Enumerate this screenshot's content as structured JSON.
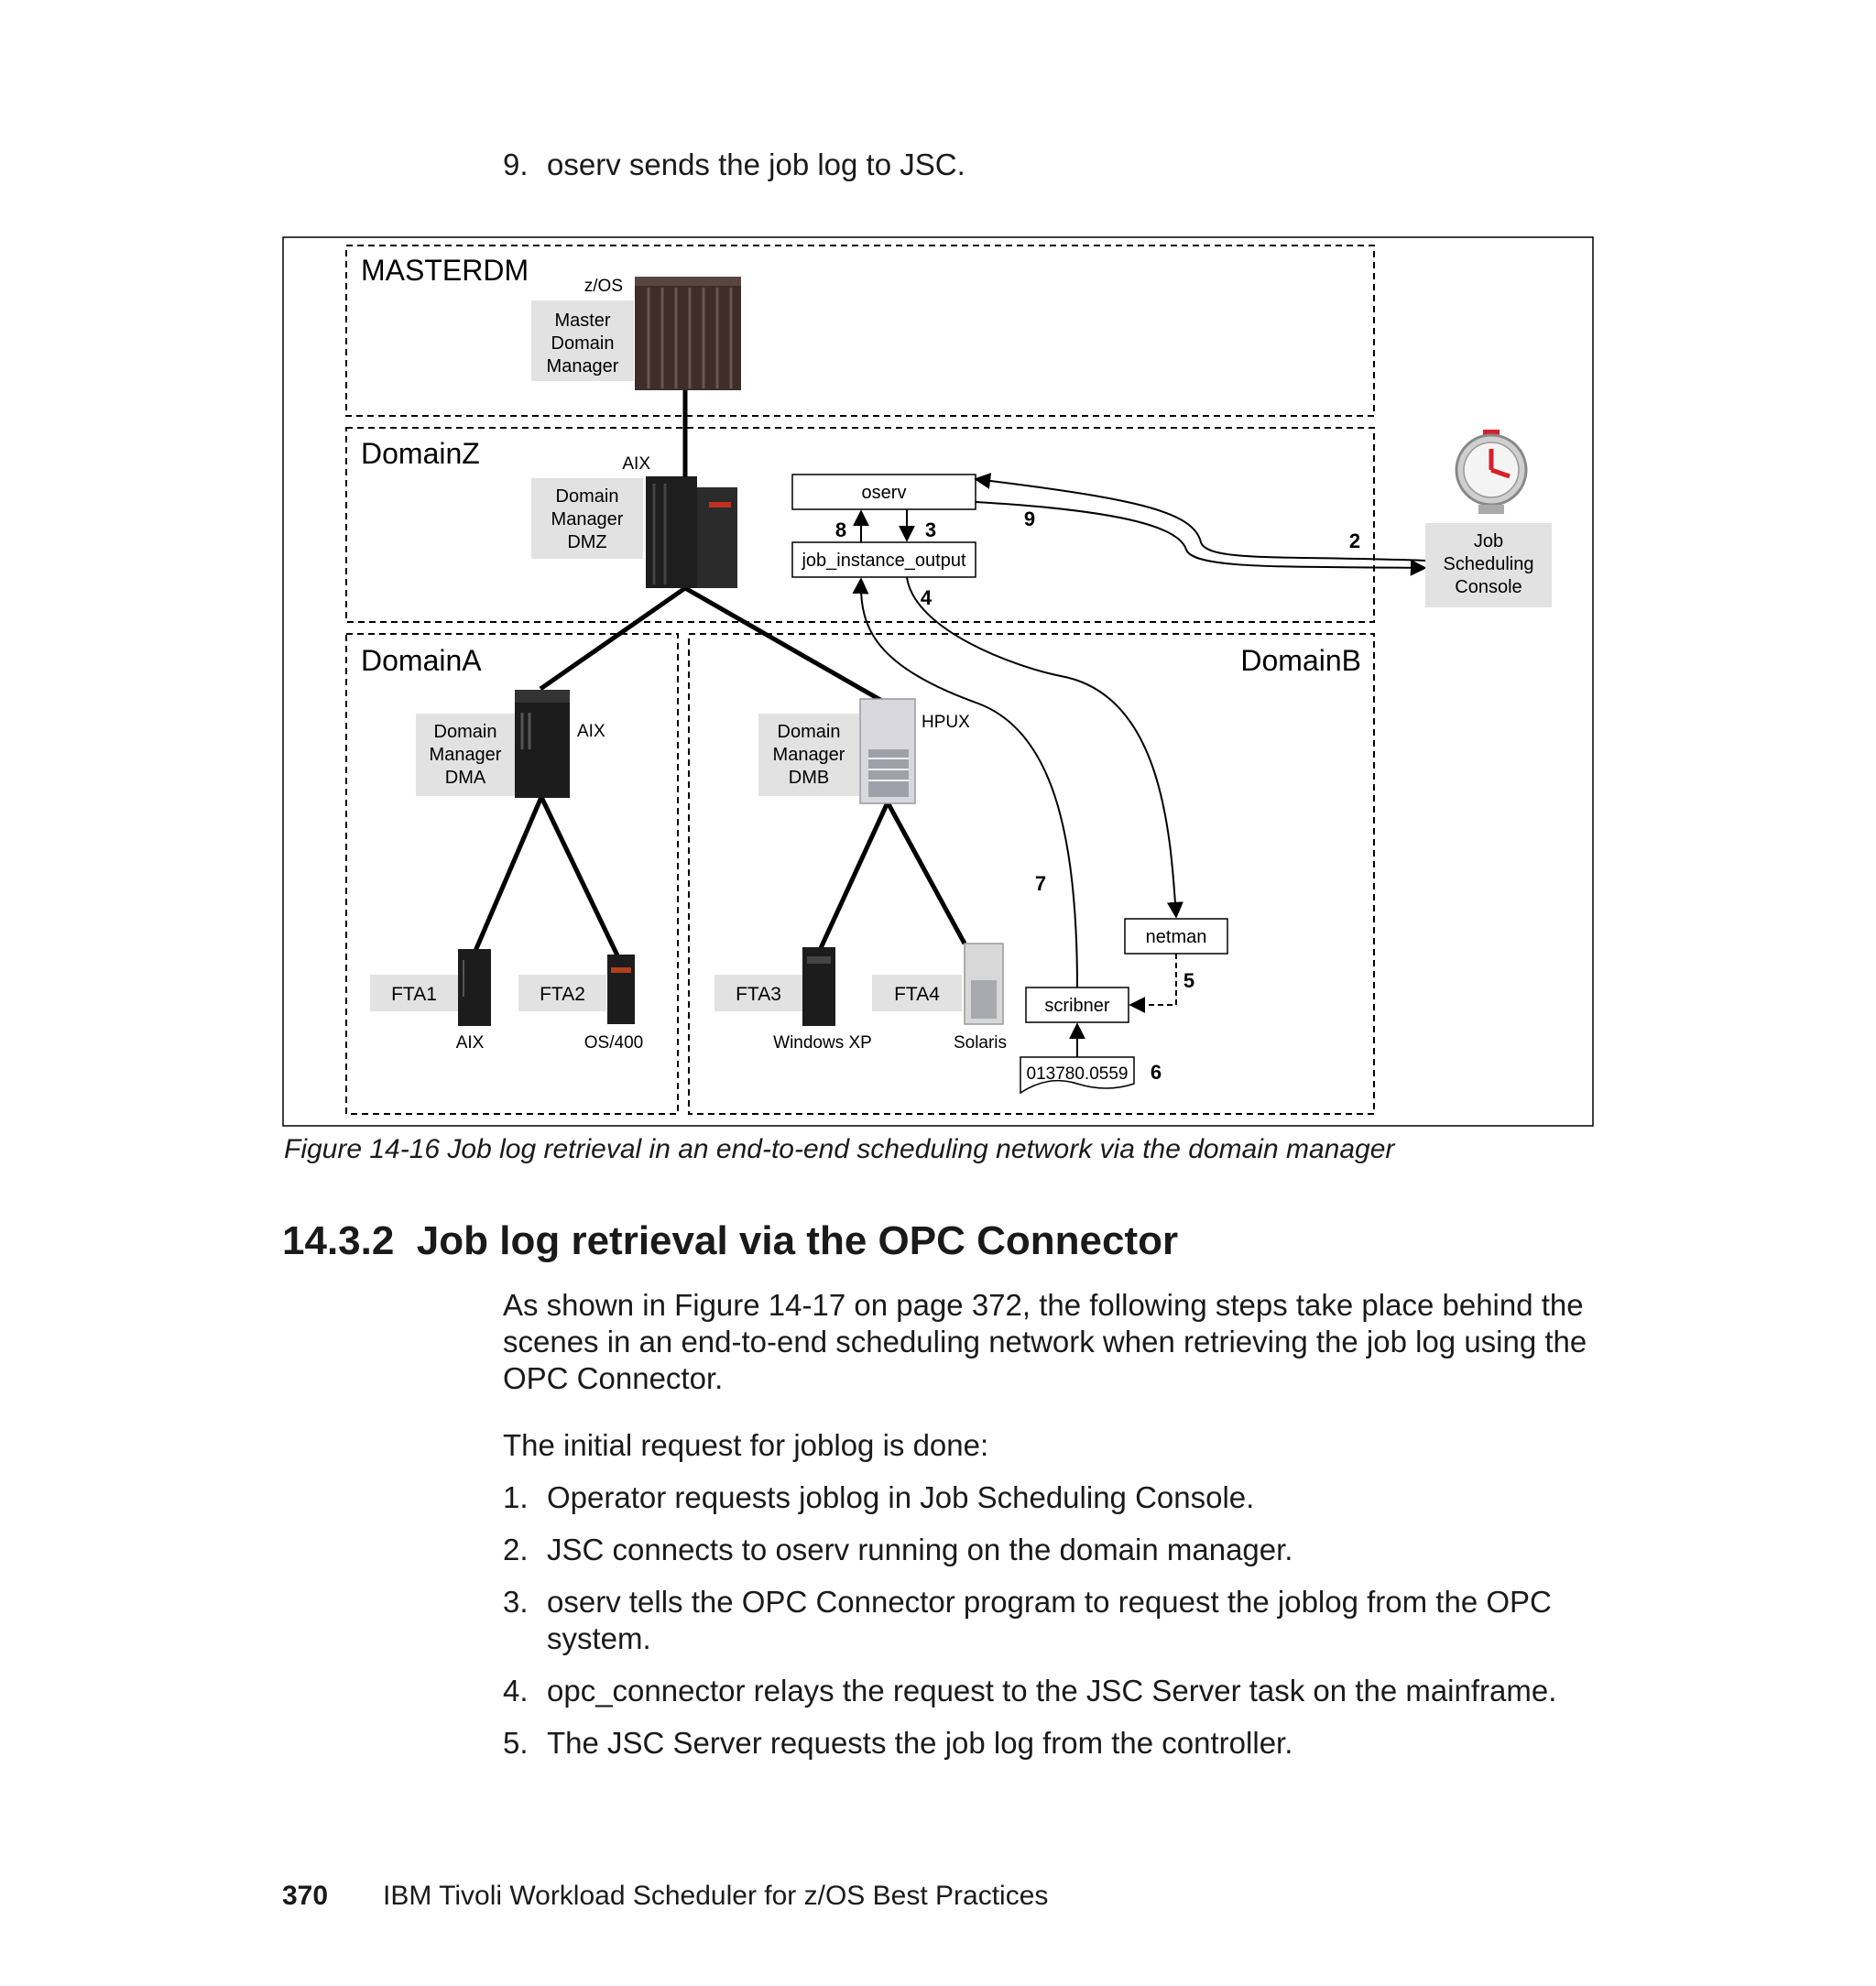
{
  "top_step": {
    "num": "9.",
    "text": "oserv sends the job log to JSC."
  },
  "figure": {
    "domains": {
      "master": "MASTERDM",
      "z": "DomainZ",
      "a": "DomainA",
      "b": "DomainB"
    },
    "os_labels": {
      "zos": "z/OS",
      "aix_dmz": "AIX",
      "aix_dma": "AIX",
      "hpux": "HPUX",
      "fta1_os": "AIX",
      "fta2_os": "OS/400",
      "fta3_os": "Windows XP",
      "fta4_os": "Solaris"
    },
    "mdm_label": [
      "Master",
      "Domain",
      "Manager"
    ],
    "dmz_label": [
      "Domain",
      "Manager",
      "DMZ"
    ],
    "dma_label": [
      "Domain",
      "Manager",
      "DMA"
    ],
    "dmb_label": [
      "Domain",
      "Manager",
      "DMB"
    ],
    "jsc_label": [
      "Job",
      "Scheduling",
      "Console"
    ],
    "fta": [
      "FTA1",
      "FTA2",
      "FTA3",
      "FTA4"
    ],
    "boxes": {
      "oserv": "oserv",
      "jio": "job_instance_output",
      "netman": "netman",
      "scribner": "scribner",
      "file": "013780.0559"
    },
    "step_numbers": {
      "s2": "2",
      "s3": "3",
      "s4": "4",
      "s5": "5",
      "s6": "6",
      "s7": "7",
      "s8": "8",
      "s9": "9"
    },
    "colors": {
      "box_fill": "#e2e2e2",
      "line": "#000000",
      "clock_red": "#d8202a"
    }
  },
  "caption": "Figure 14-16   Job log retrieval in an end-to-end scheduling network via the domain manager",
  "section": {
    "number": "14.3.2",
    "title": "Job log retrieval via the OPC Connector"
  },
  "intro_paragraph": [
    "As shown in Figure 14-17 on page 372, the following steps take place behind the",
    "scenes in an end-to-end scheduling network when retrieving the job log using the",
    "OPC Connector."
  ],
  "initial_request": "The initial request for joblog is done:",
  "steps": [
    {
      "num": "1.",
      "lines": [
        "Operator requests joblog in Job Scheduling Console."
      ]
    },
    {
      "num": "2.",
      "lines": [
        "JSC connects to oserv running on the domain manager."
      ]
    },
    {
      "num": "3.",
      "lines": [
        "oserv tells the OPC Connector program to request the joblog from the OPC",
        "system."
      ]
    },
    {
      "num": "4.",
      "lines": [
        "opc_connector relays the request to the JSC Server task on the mainframe."
      ]
    },
    {
      "num": "5.",
      "lines": [
        "The JSC Server requests the job log from the controller."
      ]
    }
  ],
  "footer": {
    "page_number": "370",
    "book_title": "IBM Tivoli Workload Scheduler for z/OS Best Practices"
  }
}
